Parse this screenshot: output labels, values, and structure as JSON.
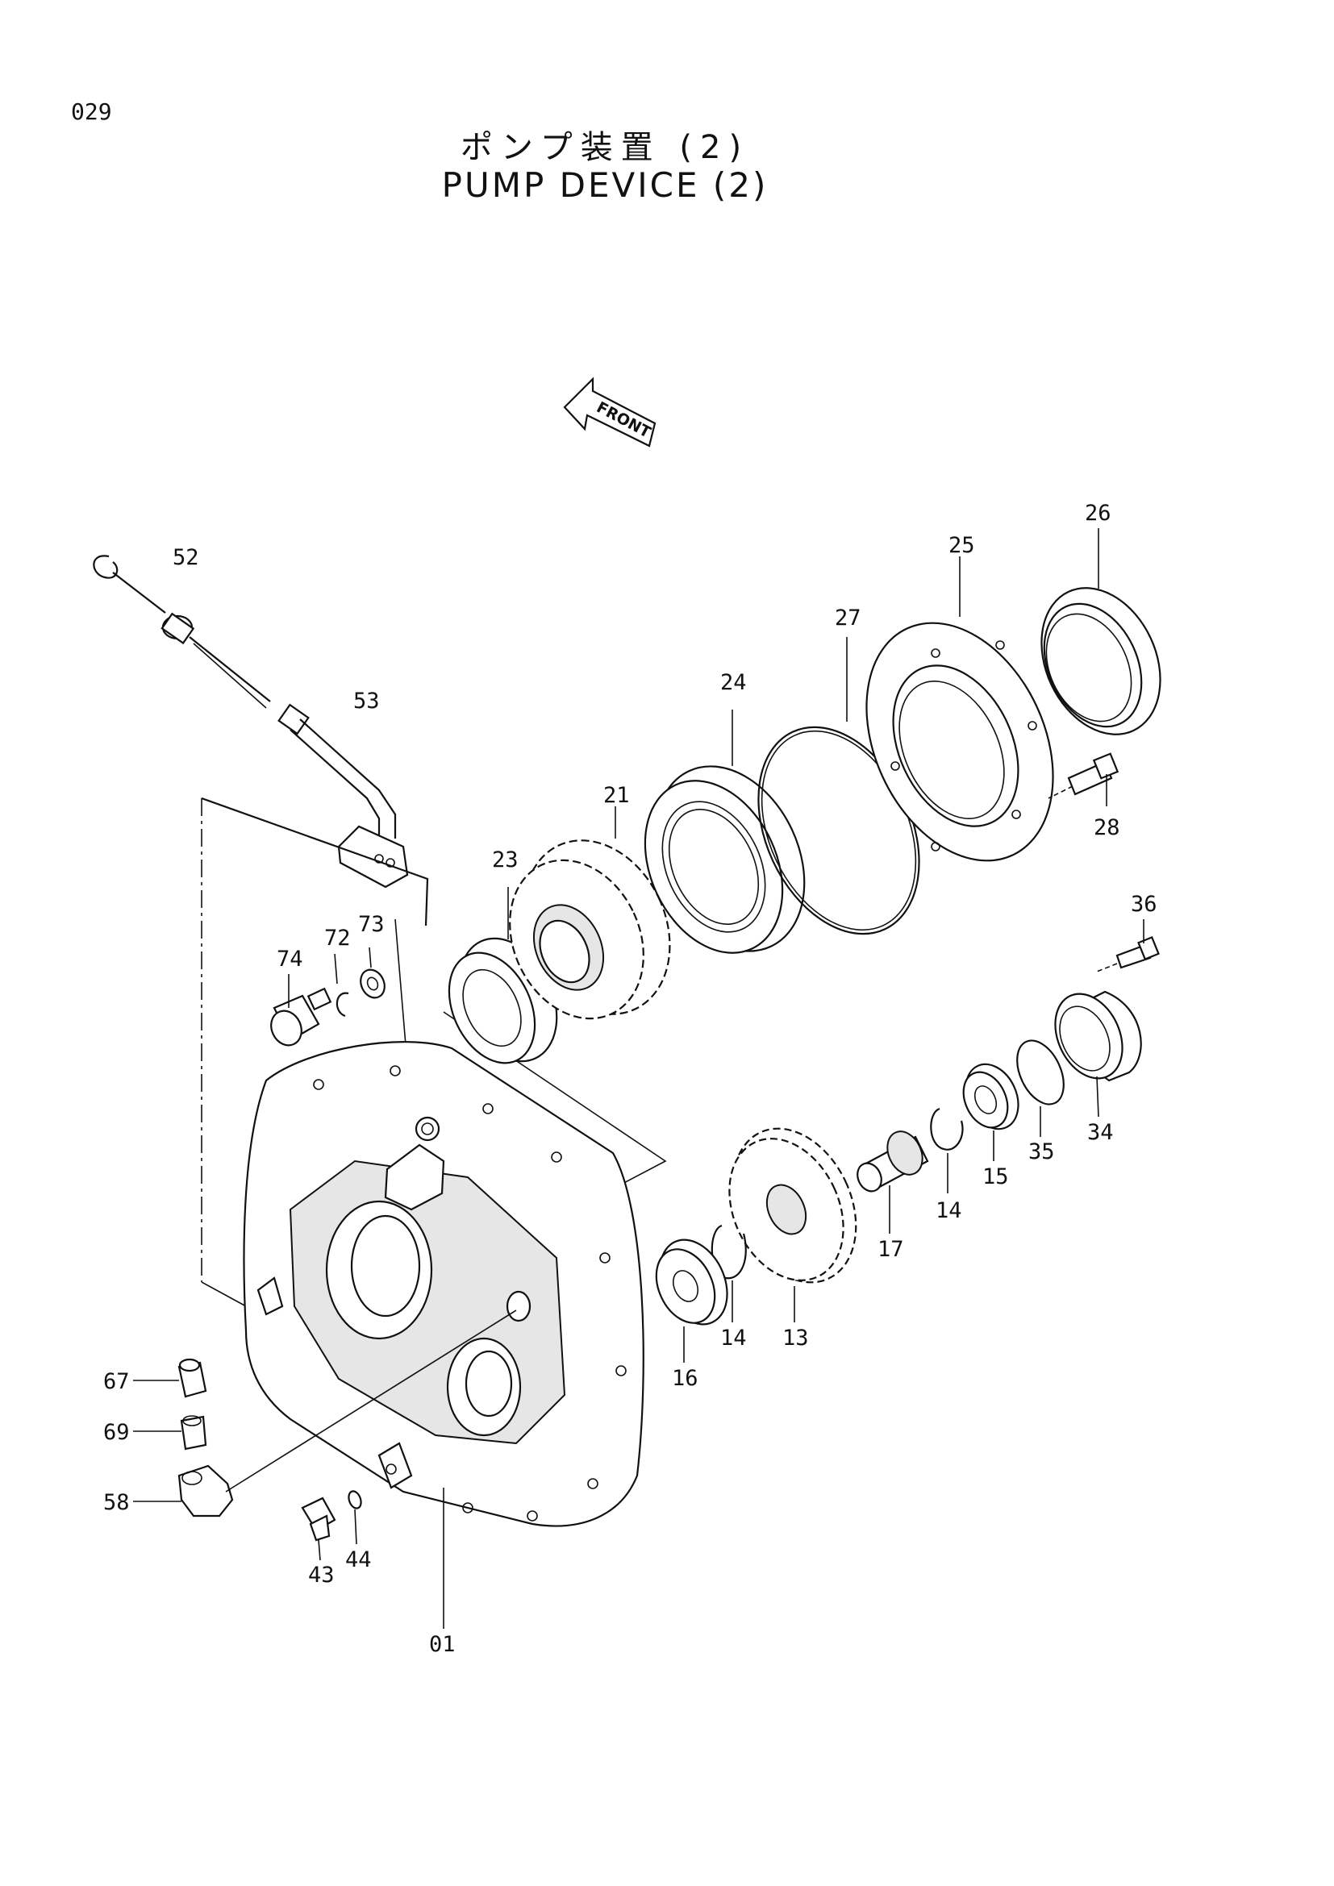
{
  "page_number": "029",
  "title_jp": "ポンプ装置 (2)",
  "title_en": "PUMP DEVICE (2)",
  "front_label": "FRONT",
  "callouts": {
    "p52": "52",
    "p53": "53",
    "p23": "23",
    "p21": "21",
    "p24": "24",
    "p27": "27",
    "p25": "25",
    "p26": "26",
    "p28": "28",
    "p36": "36",
    "p74": "74",
    "p72": "72",
    "p73": "73",
    "p34": "34",
    "p35": "35",
    "p15": "15",
    "p14a": "14",
    "p17": "17",
    "p13": "13",
    "p14b": "14",
    "p16": "16",
    "p67": "67",
    "p69": "69",
    "p58": "58",
    "p43": "43",
    "p44": "44",
    "p01": "01"
  }
}
